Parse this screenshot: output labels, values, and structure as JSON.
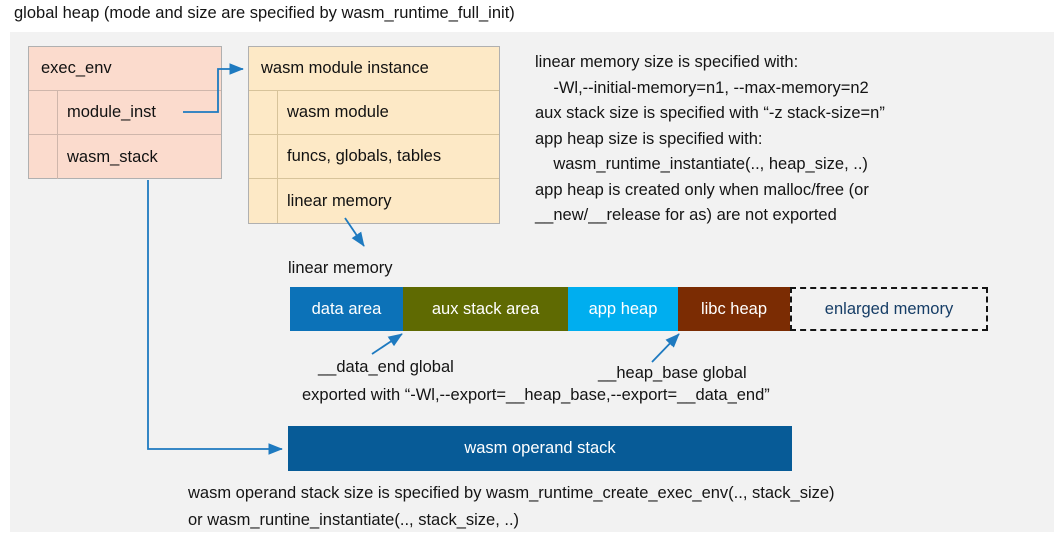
{
  "title": "global heap (mode and size are specified by wasm_runtime_full_init)",
  "exec_env": {
    "header": "exec_env",
    "fields": [
      {
        "label": "module_inst"
      },
      {
        "label": "wasm_stack"
      }
    ]
  },
  "module_instance": {
    "header": "wasm module instance",
    "fields": [
      {
        "label": "wasm module"
      },
      {
        "label": "funcs, globals, tables"
      },
      {
        "label": "linear memory"
      }
    ]
  },
  "notes": {
    "right_block": "linear memory size is specified with:\n    -Wl,--initial-memory=n1, --max-memory=n2\naux stack size is specified with “-z stack-size=n”\napp heap size is specified with:\n    wasm_runtime_instantiate(.., heap_size, ..)\napp heap is created only when malloc/free (or\n__new/__release for as) are not exported",
    "bottom_block": "wasm operand stack size is specified by wasm_runtime_create_exec_env(.., stack_size)\nor wasm_runtine_instantiate(.., stack_size, ..)"
  },
  "linear_memory": {
    "label": "linear memory",
    "segments": [
      {
        "label": "data area",
        "color": "#0c72b8",
        "width": 113,
        "text_color": "#ffffff"
      },
      {
        "label": "aux stack area",
        "color": "#5f6a02",
        "width": 165,
        "text_color": "#ffffff"
      },
      {
        "label": "app heap",
        "color": "#00aeef",
        "width": 110,
        "text_color": "#ffffff"
      },
      {
        "label": "libc heap",
        "color": "#7b2c03",
        "width": 112,
        "text_color": "#ffffff"
      },
      {
        "label": "enlarged memory",
        "color": "#f2f2f2",
        "width": 198,
        "text_color": "#163d66"
      }
    ]
  },
  "annotations": {
    "data_end": "__data_end global",
    "heap_base": "__heap_base global",
    "exported_with": "exported with “-Wl,--export=__heap_base,--export=__data_end”"
  },
  "operand_stack": {
    "label": "wasm operand stack"
  },
  "colors": {
    "panel_bg": "#f2f2f2",
    "exec_env_fill": "#fbdbcd",
    "module_instance_fill": "#fde9c6",
    "connector": "#1e7ac0",
    "operand_stack_fill": "#075b97"
  }
}
